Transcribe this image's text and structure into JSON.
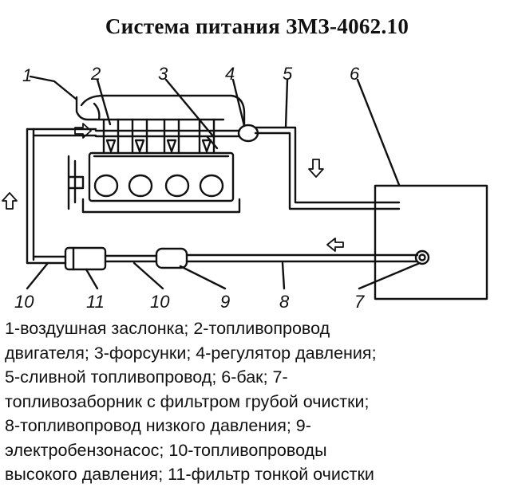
{
  "title": "Система питания ЗМЗ-4062.10",
  "callouts": {
    "c1": "1",
    "c2": "2",
    "c3": "3",
    "c4": "4",
    "c5": "5",
    "c6": "6",
    "c7": "7",
    "c8": "8",
    "c9": "9",
    "c10a": "10",
    "c11": "11",
    "c10b": "10"
  },
  "legend": [
    "1-воздушная заслонка; 2-топливопровод",
    "двигателя; 3-форсунки; 4-регулятор давления;",
    "5-сливной топливопровод; 6-бак; 7-",
    "топливозаборник с фильтром грубой очистки;",
    "8-топливопровод низкого давления; 9-",
    "электробензонасос; 10-топливопроводы",
    "высокого давления; 11-фильтр тонкой очистки"
  ],
  "line_color": "#111111"
}
